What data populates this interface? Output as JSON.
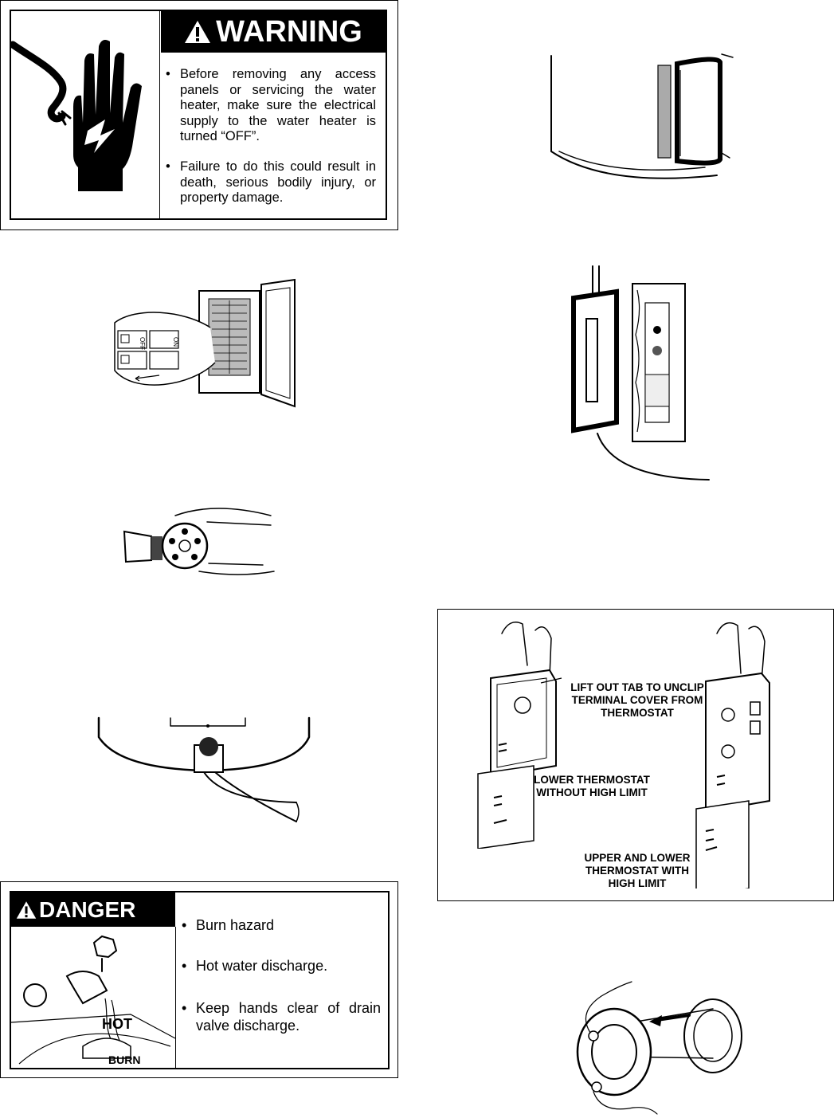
{
  "warning": {
    "header": "WARNING",
    "bullets": [
      "Before removing any access panels or servicing the water heater, make sure the electrical supply to the water heater is turned “OFF”.",
      "Failure to do this could result in death, serious bodily injury, or property damage."
    ]
  },
  "breaker": {
    "switch_off": "OFF",
    "switch_on": "ON"
  },
  "danger": {
    "header": "DANGER",
    "image_hot": "HOT",
    "image_burn": "BURN",
    "bullets": [
      "Burn hazard",
      "Hot water discharge.",
      "Keep hands clear of drain valve discharge."
    ]
  },
  "thermostat": {
    "callout_tab": "LIFT OUT TAB TO UNCLIP TERMINAL COVER FROM THERMOSTAT",
    "callout_lower": "LOWER THERMOSTAT WITHOUT HIGH LIMIT",
    "callout_upper": "UPPER AND LOWER THERMOSTAT WITH HIGH LIMIT"
  }
}
